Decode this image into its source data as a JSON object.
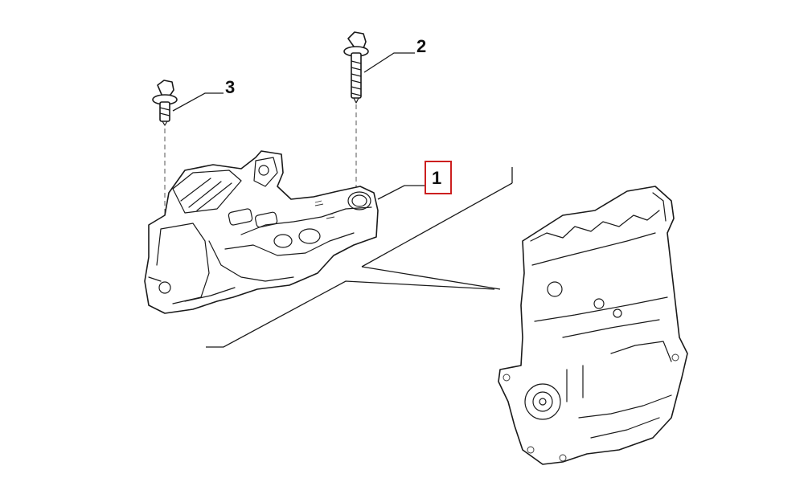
{
  "diagram": {
    "callouts": [
      {
        "id": "1",
        "label": "1",
        "highlighted": true
      },
      {
        "id": "2",
        "label": "2",
        "highlighted": false
      },
      {
        "id": "3",
        "label": "3",
        "highlighted": false
      }
    ],
    "colors": {
      "line": "#1a1a1a",
      "highlight_box": "#cc1f1f",
      "background": "#ffffff"
    },
    "parts": [
      {
        "name": "engine-mount",
        "icon": "engine-mount-icon"
      },
      {
        "name": "flange-bolt-long",
        "icon": "long-bolt-icon"
      },
      {
        "name": "flange-bolt-short",
        "icon": "short-bolt-icon"
      },
      {
        "name": "engine-block",
        "icon": "engine-block-icon"
      }
    ]
  }
}
